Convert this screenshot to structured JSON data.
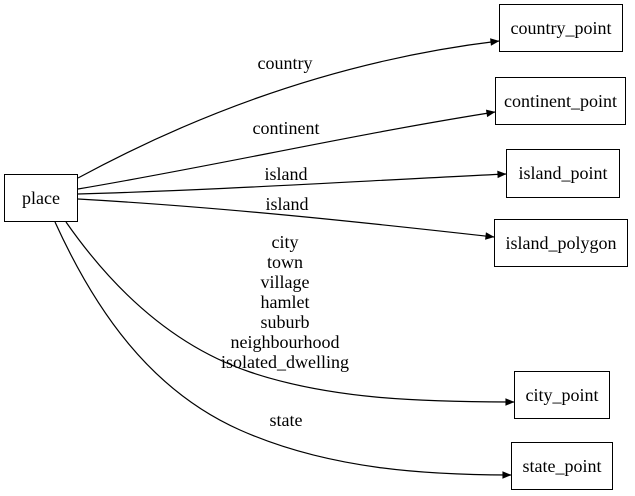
{
  "diagram": {
    "colors": {
      "background": "#ffffff",
      "stroke": "#000000",
      "text": "#000000"
    },
    "nodes": [
      {
        "id": "place",
        "label": "place"
      },
      {
        "id": "country_point",
        "label": "country_point"
      },
      {
        "id": "continent_point",
        "label": "continent_point"
      },
      {
        "id": "island_point",
        "label": "island_point"
      },
      {
        "id": "island_polygon",
        "label": "island_polygon"
      },
      {
        "id": "city_point",
        "label": "city_point"
      },
      {
        "id": "state_point",
        "label": "state_point"
      }
    ],
    "edges": [
      {
        "from": "place",
        "to": "country_point",
        "label": "country"
      },
      {
        "from": "place",
        "to": "continent_point",
        "label": "continent"
      },
      {
        "from": "place",
        "to": "island_point",
        "label": "island"
      },
      {
        "from": "place",
        "to": "island_polygon",
        "label": "island"
      },
      {
        "from": "place",
        "to": "city_point",
        "label": "city\ntown\nvillage\nhamlet\nsuburb\nneighbourhood\nisolated_dwelling"
      },
      {
        "from": "place",
        "to": "state_point",
        "label": "state"
      }
    ]
  }
}
